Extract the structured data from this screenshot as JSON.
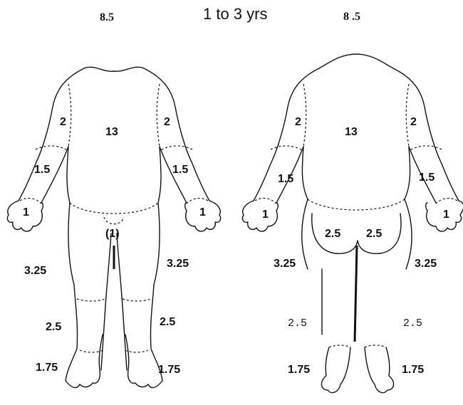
{
  "header": {
    "title": "1 to 3 yrs",
    "front_head_value": "8.5",
    "back_head_value": "8 .5"
  },
  "front": {
    "upper_arm_left": "2",
    "upper_arm_right": "2",
    "trunk": "13",
    "forearm_left": "1.5",
    "forearm_right": "1.5",
    "hand_left": "1",
    "hand_right": "1",
    "genitals": "(1)",
    "thigh_left": "3.25",
    "thigh_right": "3.25",
    "leg_left": "2.5",
    "leg_right": "2.5",
    "foot_left": "1.75",
    "foot_right": "1.75"
  },
  "back": {
    "upper_arm_left": "2",
    "upper_arm_right": "2",
    "trunk": "13",
    "forearm_left": "1.5",
    "forearm_right": "1.5",
    "hand_left": "1",
    "hand_right": "1",
    "buttock_left": "2.5",
    "buttock_right": "2.5",
    "thigh_left": "3.25",
    "thigh_right": "3.25",
    "leg_left": "2.5",
    "leg_right": "2.5",
    "foot_left": "1.75",
    "foot_right": "1.75"
  }
}
